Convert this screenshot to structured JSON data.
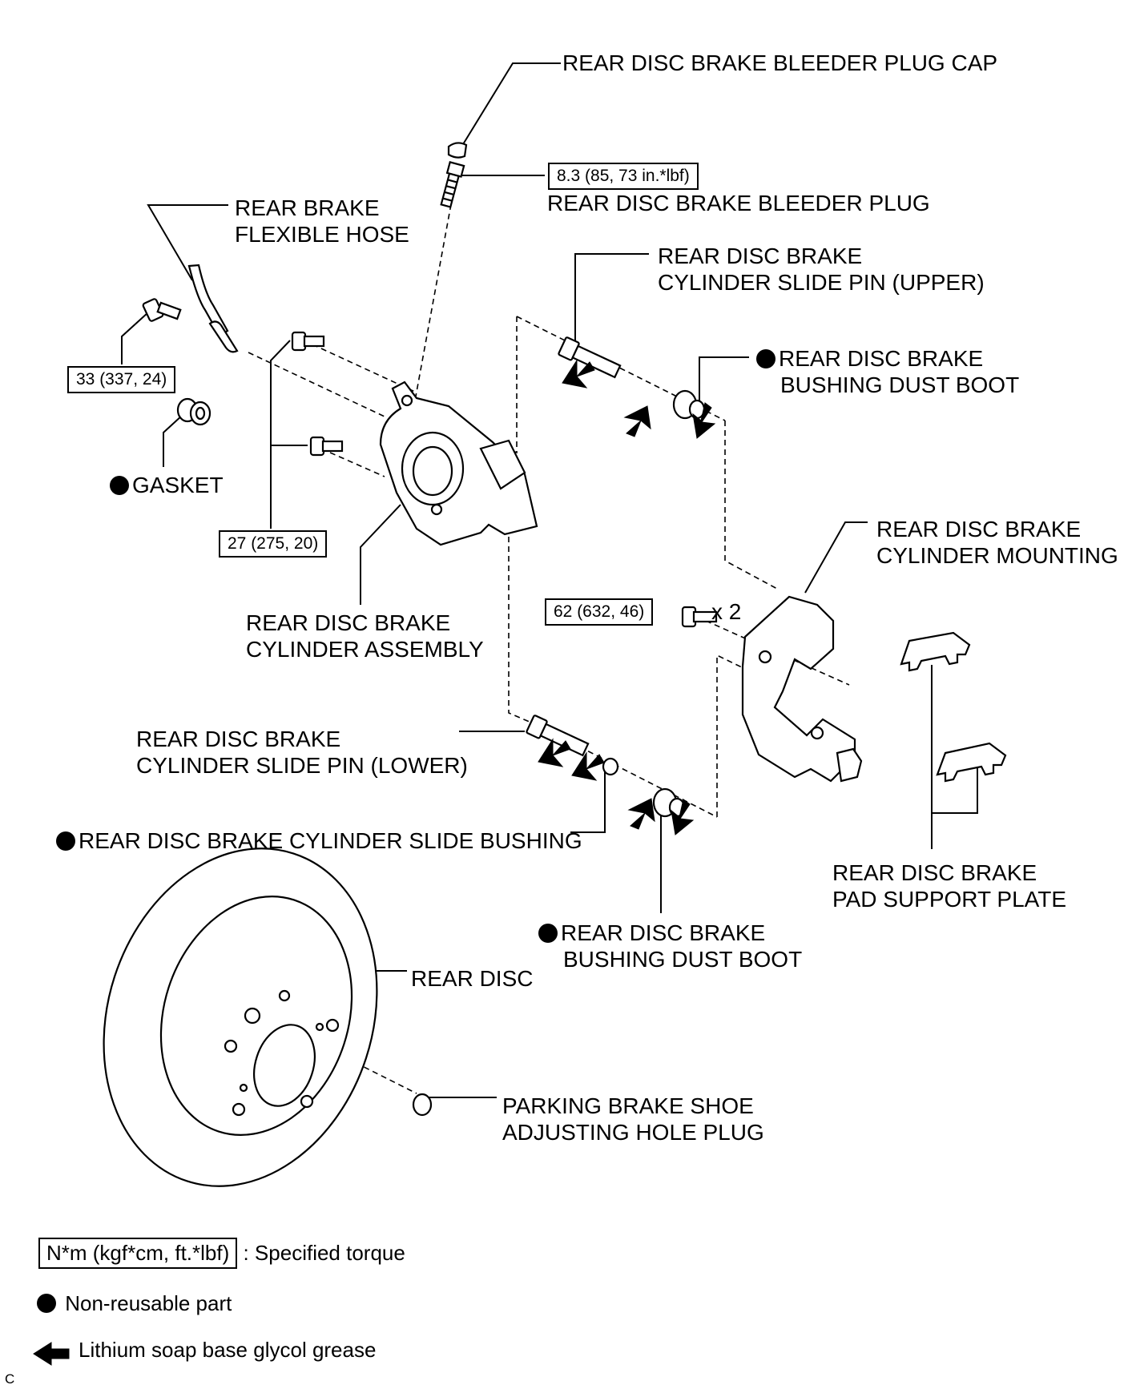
{
  "labels": {
    "bleeder_plug_cap": "REAR DISC BRAKE BLEEDER PLUG CAP",
    "bleeder_plug": "REAR DISC BRAKE BLEEDER PLUG",
    "flexible_hose": [
      "REAR BRAKE",
      "FLEXIBLE HOSE"
    ],
    "slide_pin_upper": [
      "REAR DISC BRAKE",
      "CYLINDER SLIDE PIN (UPPER)"
    ],
    "dust_boot_upper": [
      "REAR DISC BRAKE",
      "BUSHING DUST BOOT"
    ],
    "gasket": "GASKET",
    "cylinder_assembly": [
      "REAR DISC BRAKE",
      "CYLINDER ASSEMBLY"
    ],
    "cylinder_mounting": [
      "REAR DISC BRAKE",
      "CYLINDER MOUNTING"
    ],
    "slide_pin_lower": [
      "REAR DISC BRAKE",
      "CYLINDER SLIDE PIN (LOWER)"
    ],
    "slide_bushing": "REAR DISC BRAKE CYLINDER SLIDE BUSHING",
    "pad_support_plate": [
      "REAR DISC BRAKE",
      "PAD SUPPORT PLATE"
    ],
    "dust_boot_lower": [
      "REAR DISC BRAKE",
      "BUSHING DUST BOOT"
    ],
    "rear_disc": "REAR DISC",
    "hole_plug": [
      "PARKING BRAKE SHOE",
      "ADJUSTING HOLE PLUG"
    ]
  },
  "torques": {
    "bleeder": "8.3 (85, 73 in.*lbf)",
    "union_bolt": "33 (337, 24)",
    "cylinder_bolts": "27 (275, 20)",
    "mounting_bolts": "62 (632, 46)"
  },
  "quantity_mark": "x 2",
  "legend": {
    "torque_box": "N*m (kgf*cm, ft.*lbf)",
    "torque_text": ": Specified torque",
    "nonreusable_text": "Non-reusable part",
    "grease_text": "Lithium soap base glycol grease"
  },
  "corner_mark": "C"
}
